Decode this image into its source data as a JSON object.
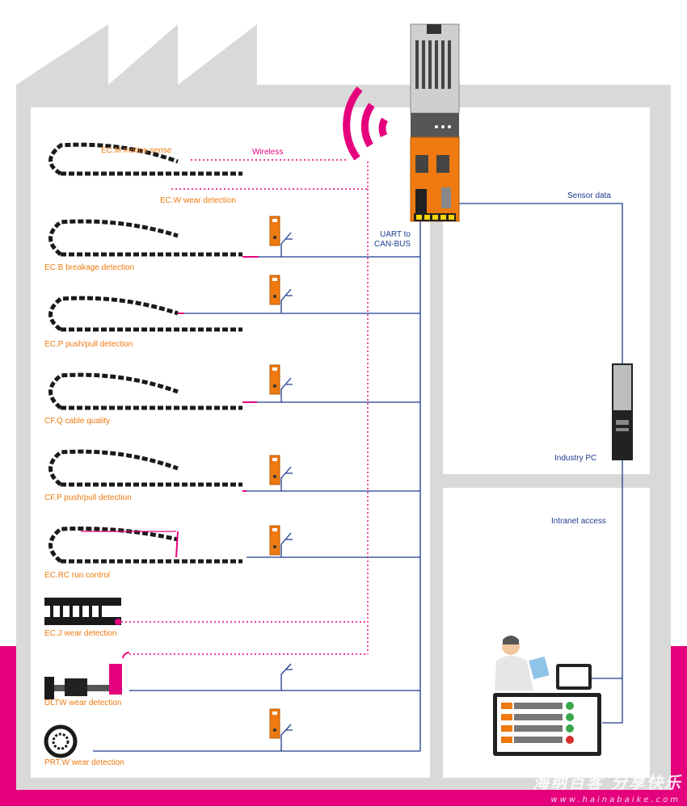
{
  "labels": {
    "ecm": "EC.M motion sense",
    "wireless": "Wireless",
    "ecw": "EC.W wear detection",
    "uart_line1": "UART to",
    "uart_line2": "CAN-BUS",
    "sensor_data": "Sensor data",
    "ecb": "EC.B breakage detection",
    "ecp": "EC.P push/pull detection",
    "cfq": "CF.Q cable quality",
    "cfp": "CF.P push/pull detection",
    "ecrc": "EC.RC  run control",
    "ecj": "EC.J wear detection",
    "dltw": "DLTW wear detection",
    "prtw": "PRT.W wear detection",
    "industry_pc": "Industry PC",
    "intranet": "Intranet access"
  },
  "watermark": {
    "cn": "海纳百客 分享快乐",
    "url": "www.hainabaike.com"
  },
  "colors": {
    "orange": "#ef7a10",
    "magenta": "#e5007d",
    "blue": "#1d3c8f",
    "building": "#d8d8d8"
  }
}
